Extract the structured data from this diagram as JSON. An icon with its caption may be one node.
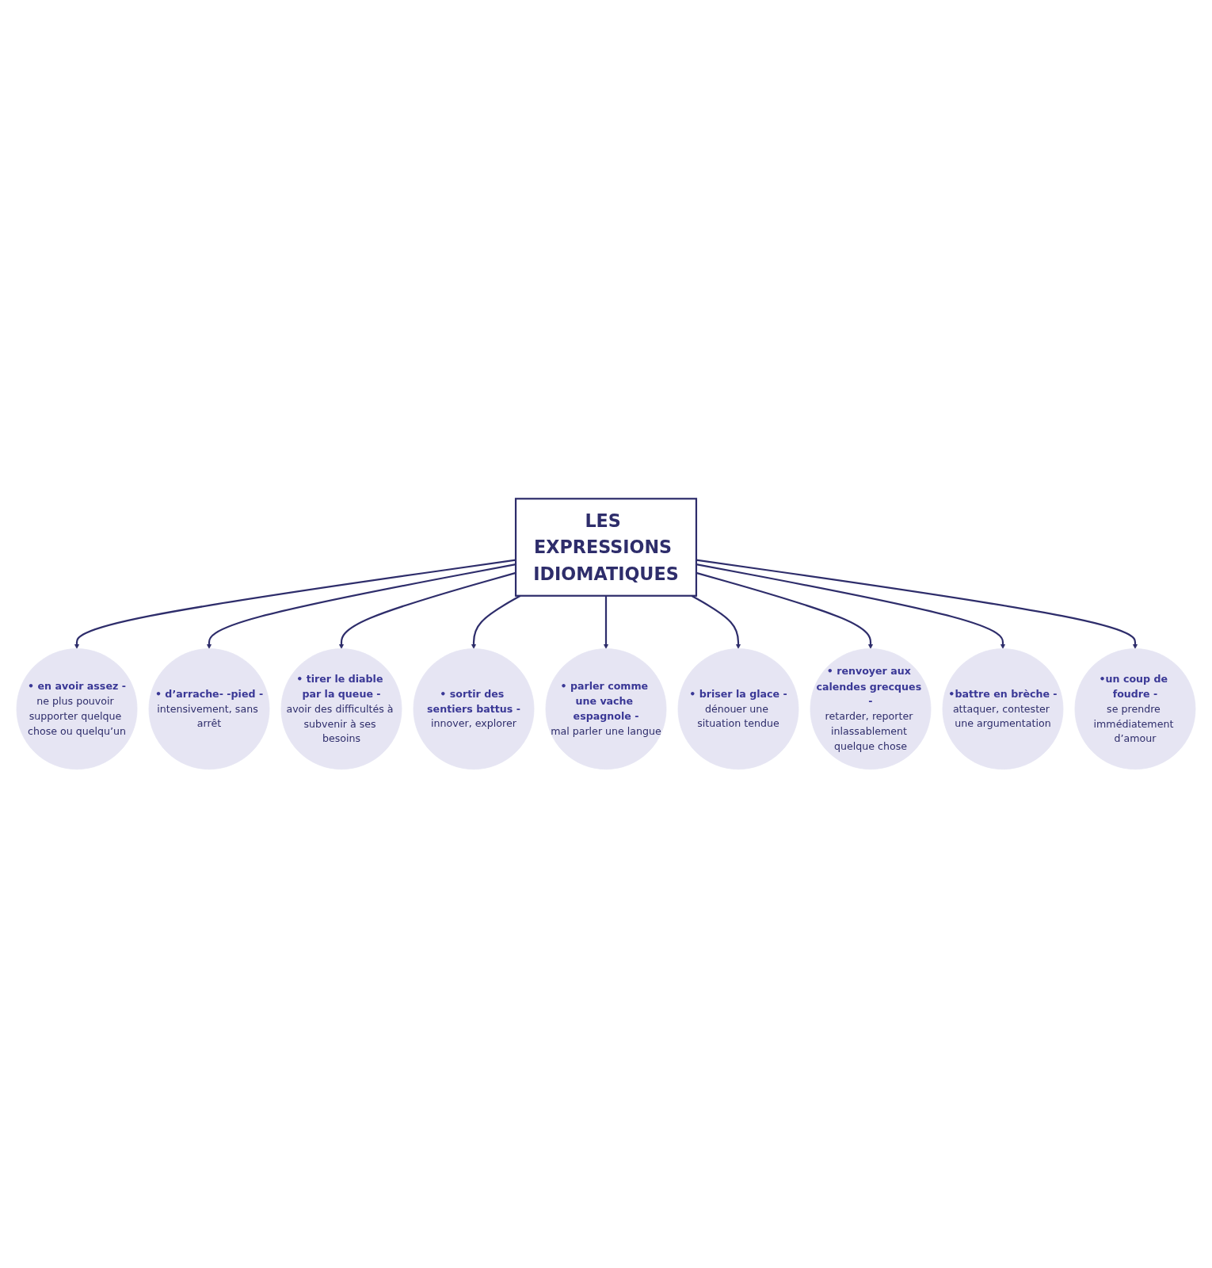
{
  "diagram": {
    "nodes": [
      {
        "text": [
          "LES EXPRESSIONS IDIOMATIQUES"
        ]
      },
      {
        "text": [
          "• en avoir assez -",
          "ne plus pouvoir supporter quelque chose ou quelqu’un"
        ]
      },
      {
        "text": [
          "• d’arrache- -pied -",
          "intensivement, sans arrêt"
        ]
      },
      {
        "text": [
          "• tirer le diable par la queue -",
          "avoir des difficultés à subvenir à ses besoins"
        ]
      },
      {
        "text": [
          "• sortir des sentiers battus -",
          "innover, explorer"
        ]
      },
      {
        "text": [
          "• parler comme une vache espagnole -",
          "mal parler une langue"
        ]
      },
      {
        "text": [
          "• briser la glace -",
          "dénouer une situation tendue"
        ]
      },
      {
        "text": [
          "• renvoyer aux calendes grecques -",
          "retarder, reporter inlassablement quelque chose"
        ]
      },
      {
        "text": [
          "•battre en brèche -",
          "attaquer, contester une argumentation"
        ]
      },
      {
        "text": [
          "•un coup de foudre -",
          "se prendre immédiatement d’amour"
        ]
      }
    ],
    "edges": [
      {
        "from": 0,
        "to": 1,
        "arrow": "to"
      },
      {
        "from": 0,
        "to": 2,
        "arrow": "to"
      },
      {
        "from": 0,
        "to": 3,
        "arrow": "to"
      },
      {
        "from": 0,
        "to": 4,
        "arrow": "to"
      },
      {
        "from": 0,
        "to": 5,
        "arrow": "to"
      },
      {
        "from": 0,
        "to": 6,
        "arrow": "to"
      },
      {
        "from": 0,
        "to": 7,
        "arrow": "to"
      },
      {
        "from": 0,
        "to": 8,
        "arrow": "to"
      },
      {
        "from": 0,
        "to": 9,
        "arrow": "to"
      }
    ]
  }
}
